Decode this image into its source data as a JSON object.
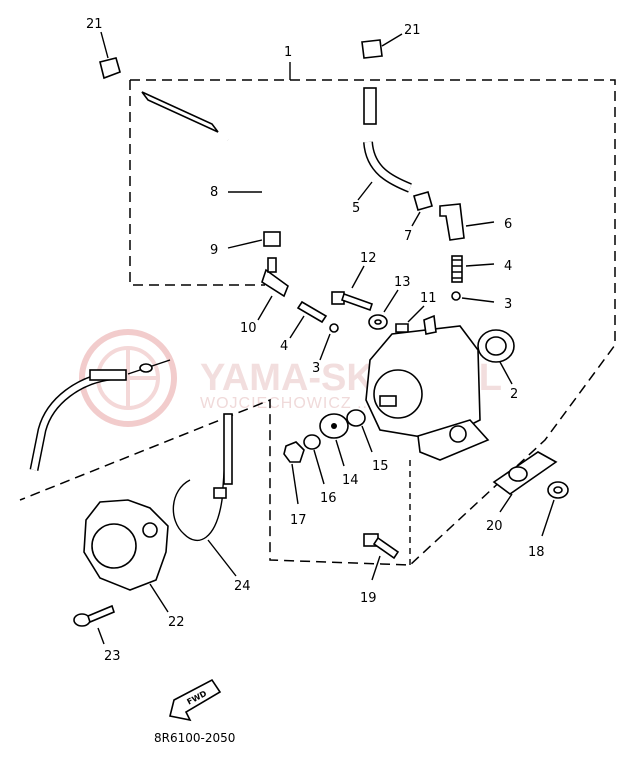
{
  "watermark": {
    "brand": "YAMA-SKLEP.PL",
    "subtitle": "WOJCIECHOWICZ ... YAMAHA"
  },
  "diagram_code": "8R6100-2050",
  "fwd_arrow_label": "FWD",
  "callouts": {
    "c1": "1",
    "c2": "2",
    "c3a": "3",
    "c3b": "3",
    "c4a": "4",
    "c4b": "4",
    "c5": "5",
    "c6": "6",
    "c7": "7",
    "c8": "8",
    "c9": "9",
    "c10": "10",
    "c11": "11",
    "c12": "12",
    "c13": "13",
    "c14": "14",
    "c15": "15",
    "c16": "16",
    "c17": "17",
    "c18": "18",
    "c19": "19",
    "c20": "20",
    "c21a": "21",
    "c21b": "21",
    "c22": "22",
    "c23": "23",
    "c24": "24"
  }
}
